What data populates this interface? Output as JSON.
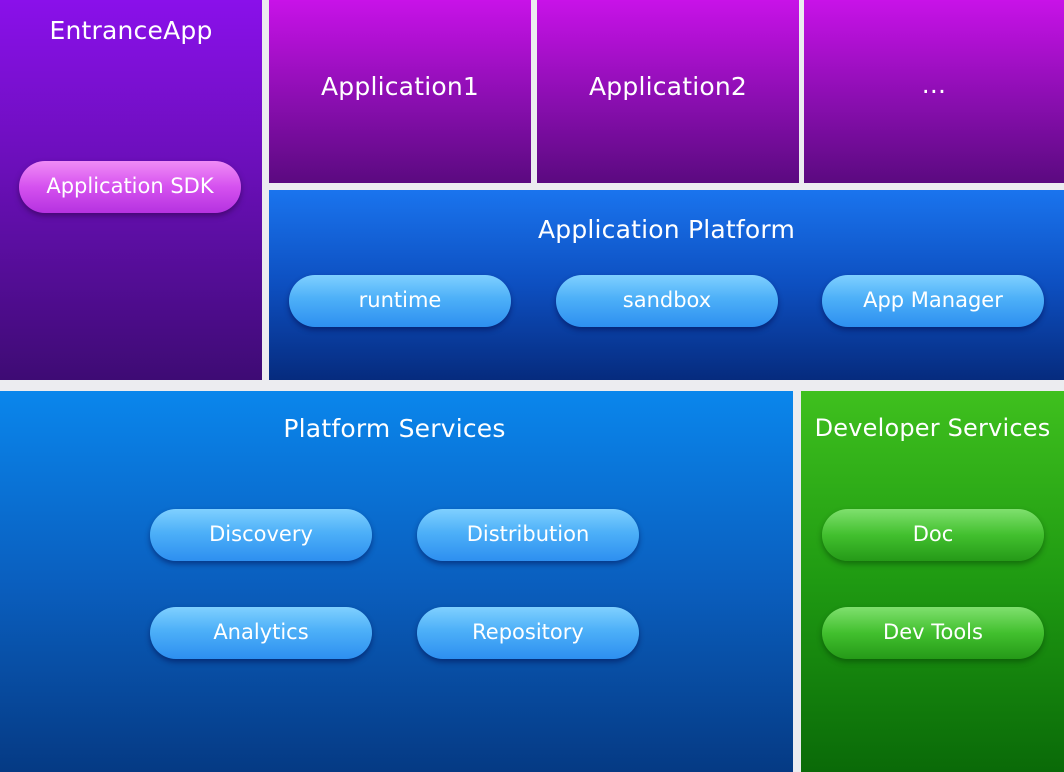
{
  "entrance_app": {
    "title": "EntranceApp",
    "pills": [
      "Application SDK"
    ]
  },
  "applications": [
    {
      "title": "Application1"
    },
    {
      "title": "Application2"
    },
    {
      "title": "..."
    }
  ],
  "application_platform": {
    "title": "Application Platform",
    "pills": [
      "runtime",
      "sandbox",
      "App Manager"
    ]
  },
  "platform_services": {
    "title": "Platform Services",
    "pills": [
      "Discovery",
      "Distribution",
      "Analytics",
      "Repository"
    ]
  },
  "developer_services": {
    "title": "Developer Services",
    "pills": [
      "Doc",
      "Dev Tools"
    ]
  },
  "colors": {
    "entrance": "#6a0fb8",
    "applications": "#8a0eb0",
    "application_platform": "#0d4fc0",
    "platform_services": "#0a5fbf",
    "developer_services": "#1f9a12"
  }
}
